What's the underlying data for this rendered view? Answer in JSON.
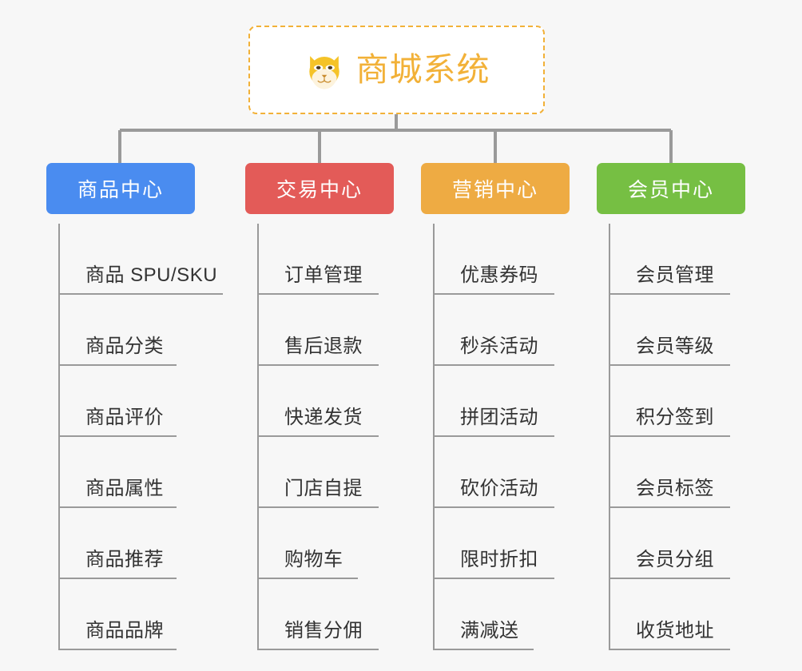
{
  "root": {
    "title": "商城系统",
    "icon": "dog-face-icon",
    "border_color": "#f2b138",
    "text_color": "#f2b138",
    "background": "#ffffff"
  },
  "canvas": {
    "background": "#f7f7f7",
    "connector_color": "#9a9a9a",
    "leaf_line_color": "#9a9a9a",
    "leaf_text_color": "#333333"
  },
  "categories": [
    {
      "label": "商品中心",
      "color": "#4a8cf0",
      "items": [
        {
          "label": "商品 SPU/SKU"
        },
        {
          "label": "商品分类"
        },
        {
          "label": "商品评价"
        },
        {
          "label": "商品属性"
        },
        {
          "label": "商品推荐"
        },
        {
          "label": "商品品牌"
        }
      ]
    },
    {
      "label": "交易中心",
      "color": "#e35b58",
      "items": [
        {
          "label": "订单管理"
        },
        {
          "label": "售后退款"
        },
        {
          "label": "快递发货"
        },
        {
          "label": "门店自提"
        },
        {
          "label": "购物车"
        },
        {
          "label": "销售分佣"
        }
      ]
    },
    {
      "label": "营销中心",
      "color": "#eeab43",
      "items": [
        {
          "label": "优惠券码"
        },
        {
          "label": "秒杀活动"
        },
        {
          "label": "拼团活动"
        },
        {
          "label": "砍价活动"
        },
        {
          "label": "限时折扣"
        },
        {
          "label": "满减送"
        }
      ]
    },
    {
      "label": "会员中心",
      "color": "#76bf43",
      "items": [
        {
          "label": "会员管理"
        },
        {
          "label": "会员等级"
        },
        {
          "label": "积分签到"
        },
        {
          "label": "会员标签"
        },
        {
          "label": "会员分组"
        },
        {
          "label": "收货地址"
        }
      ]
    }
  ]
}
